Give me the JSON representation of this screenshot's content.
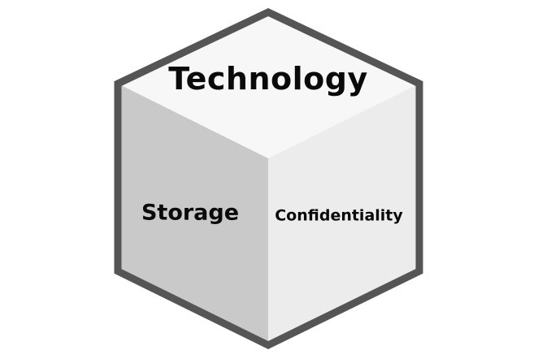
{
  "diagram": {
    "faces": {
      "top": {
        "label": "Technology",
        "color": "#f7f7f7"
      },
      "left": {
        "label": "Storage",
        "color": "#c9c9c9"
      },
      "right": {
        "label": "Confidentiality",
        "color": "#ececec"
      }
    },
    "outline_color": "#555555",
    "background": "#ffffff"
  }
}
